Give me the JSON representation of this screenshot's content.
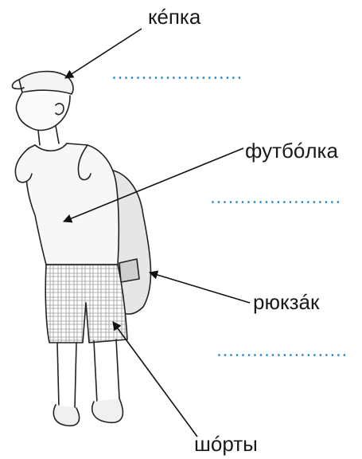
{
  "labels": {
    "cap": "кéпка",
    "tshirt": "футбóлка",
    "backpack": "рюкзáк",
    "shorts": "шóрты"
  },
  "answer_blanks": {
    "blank_1": "......................",
    "blank_2": "......................",
    "blank_3": "......................"
  },
  "colors": {
    "blank_dots": "#2d8fd0",
    "text": "#1a1a1a",
    "line": "#111111"
  },
  "icons": {
    "figure": "boy-with-backpack-sketch"
  }
}
